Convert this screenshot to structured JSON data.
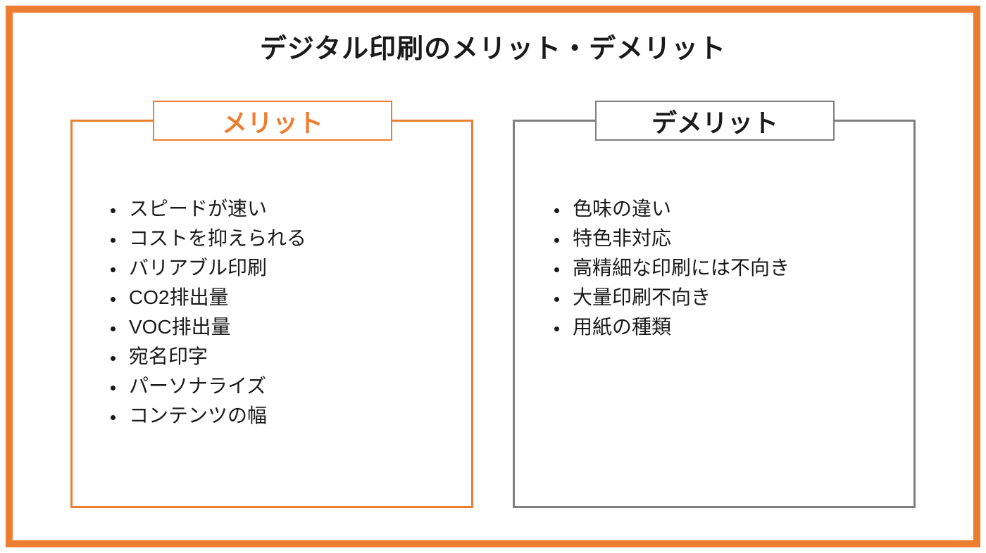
{
  "page": {
    "title": "デジタル印刷のメリット・デメリット",
    "accent_color": "#ED7D31",
    "neutral_border_color": "#7F7F7F"
  },
  "merits": {
    "heading": "メリット",
    "items": [
      "スピードが速い",
      "コストを抑えられる",
      "バリアブル印刷",
      "CO2排出量",
      "VOC排出量",
      "宛名印字",
      "パーソナライズ",
      "コンテンツの幅"
    ]
  },
  "demerits": {
    "heading": "デメリット",
    "items": [
      "色味の違い",
      "特色非対応",
      "高精細な印刷には不向き",
      "大量印刷不向き",
      "用紙の種類"
    ]
  }
}
